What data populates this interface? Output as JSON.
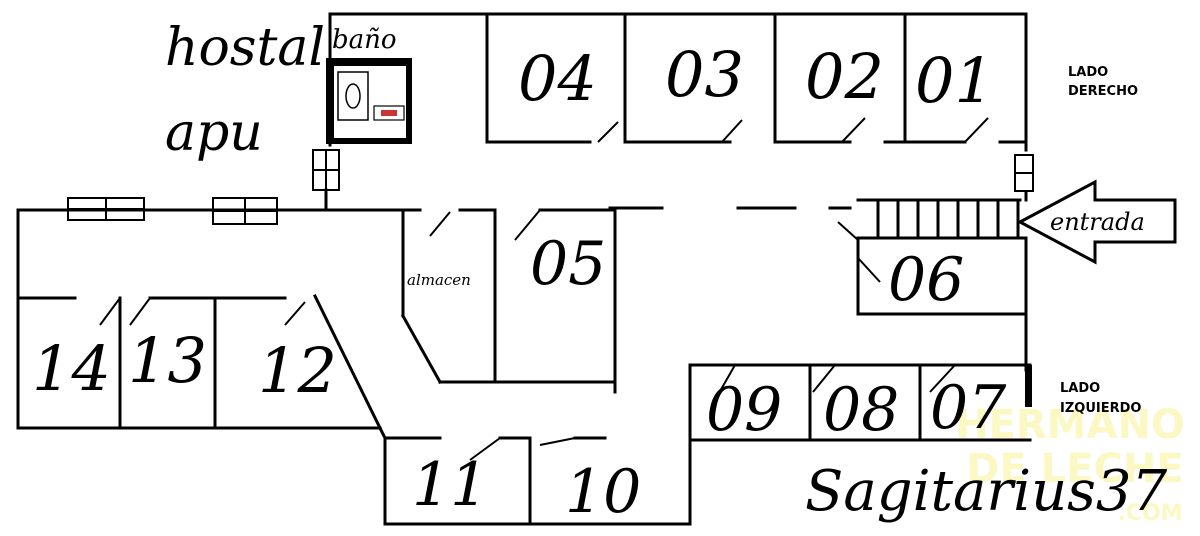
{
  "title": {
    "line1": "hostal",
    "line2": "apu"
  },
  "rooms": {
    "r01": "01",
    "r02": "02",
    "r03": "03",
    "r04": "04",
    "r05": "05",
    "r06": "06",
    "r07": "07",
    "r08": "08",
    "r09": "09",
    "r10": "10",
    "r11": "11",
    "r12": "12",
    "r13": "13",
    "r14": "14"
  },
  "labels": {
    "bano": "baño",
    "almacen": "almacen",
    "entrada": "entrada",
    "lado_derecho_1": "LADO",
    "lado_derecho_2": "DERECHO",
    "lado_izquierdo_1": "LADO",
    "lado_izquierdo_2": "IZQUIERDO"
  },
  "signature": "Sagitarius37",
  "watermark": {
    "line1": "HERMANO",
    "line2": "DE LECHE",
    "line3": ".COM"
  }
}
